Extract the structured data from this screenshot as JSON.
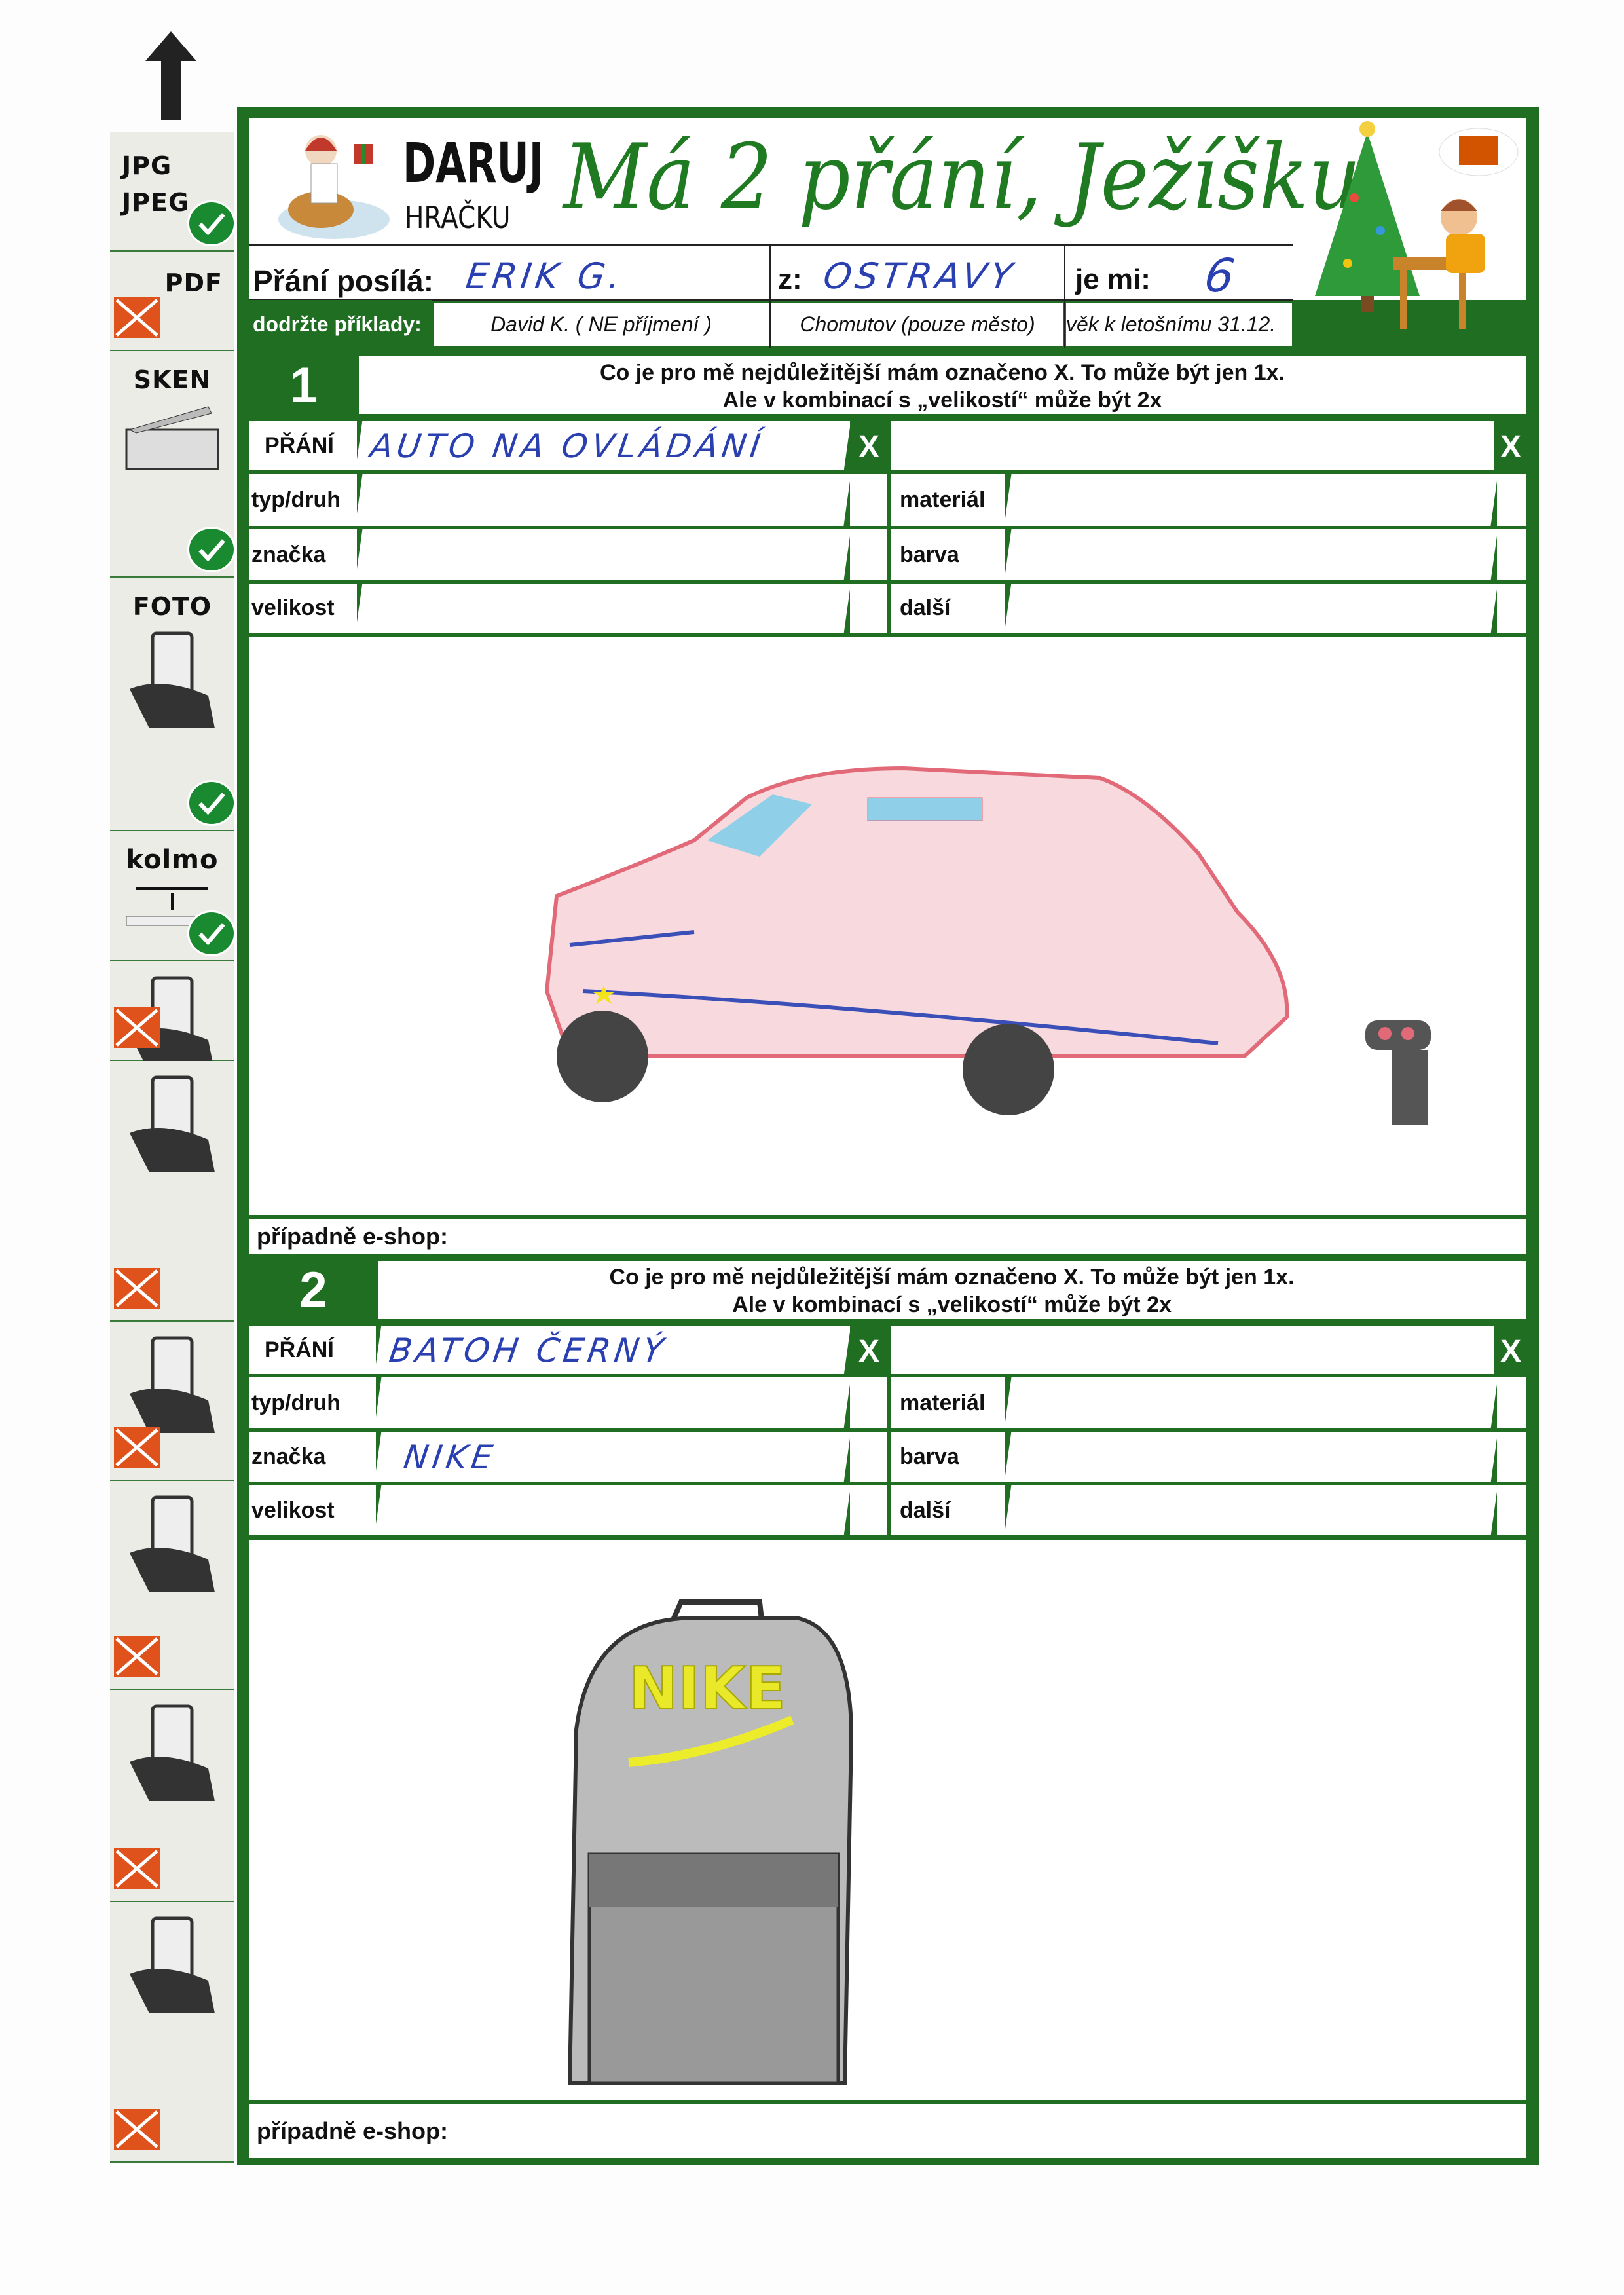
{
  "sidebar": {
    "items": [
      {
        "label": "JPG\nJPEG",
        "status": "ok"
      },
      {
        "label": "PDF",
        "status": "no"
      },
      {
        "label": "SKEN",
        "status": "ok"
      },
      {
        "label": "FOTO",
        "status": "ok"
      },
      {
        "label": "kolmo",
        "status": "ok"
      },
      {
        "label": "",
        "status": "no"
      },
      {
        "label": "",
        "status": "no"
      },
      {
        "label": "",
        "status": "no"
      },
      {
        "label": "",
        "status": "no"
      },
      {
        "label": "",
        "status": "no"
      },
      {
        "label": "",
        "status": "no"
      }
    ]
  },
  "header": {
    "logo_line1": "DARUJ",
    "logo_line2": "HRAČKU",
    "title": "Má 2 přání, Ježíšku",
    "sender_label": "Přání posílá:",
    "sender_value": "ERIK G.",
    "from_label": "z:",
    "from_value": "OSTRAVY",
    "age_label": "je mi:",
    "age_value": "6",
    "examples_label": "dodržte příklady:",
    "example_name": "David K. ( NE příjmení )",
    "example_city": "Chomutov  (pouze město)",
    "example_age": "věk k letošnímu 31.12."
  },
  "wishes": [
    {
      "number": "1",
      "note_line1": "Co je pro mě nejdůležitější mám označeno X.  To může být jen 1x.",
      "note_line2": "Ale v kombinací s „velikostí“ může být 2x",
      "labels": {
        "wish": "PŘÁNÍ",
        "type": "typ/druh",
        "brand": "značka",
        "size": "velikost",
        "material": "materiál",
        "color": "barva",
        "other": "další",
        "x": "X"
      },
      "values": {
        "wish": "AUTO NA OVLÁDÁNÍ",
        "type": "",
        "brand": "",
        "size": "",
        "material": "",
        "color": "",
        "other": ""
      },
      "eshop_label": "případně e-shop:"
    },
    {
      "number": "2",
      "note_line1": "Co je pro mě nejdůležitější mám označeno X.  To může být jen 1x.",
      "note_line2": "Ale v kombinací s „velikostí“ může být 2x",
      "labels": {
        "wish": "PŘÁNÍ",
        "type": "typ/druh",
        "brand": "značka",
        "size": "velikost",
        "material": "materiál",
        "color": "barva",
        "other": "další",
        "x": "X"
      },
      "values": {
        "wish": "BATOH ČERNÝ",
        "type": "",
        "brand": "NIKE",
        "size": "",
        "material": "",
        "color": "",
        "other": ""
      },
      "eshop_label": "případně e-shop:"
    }
  ],
  "drawing_text": {
    "backpack_logo": "NIKE"
  },
  "colors": {
    "green": "#1f6e22",
    "ink": "#2a3fb0",
    "ok": "#1a8a30",
    "no": "#e0521c"
  }
}
